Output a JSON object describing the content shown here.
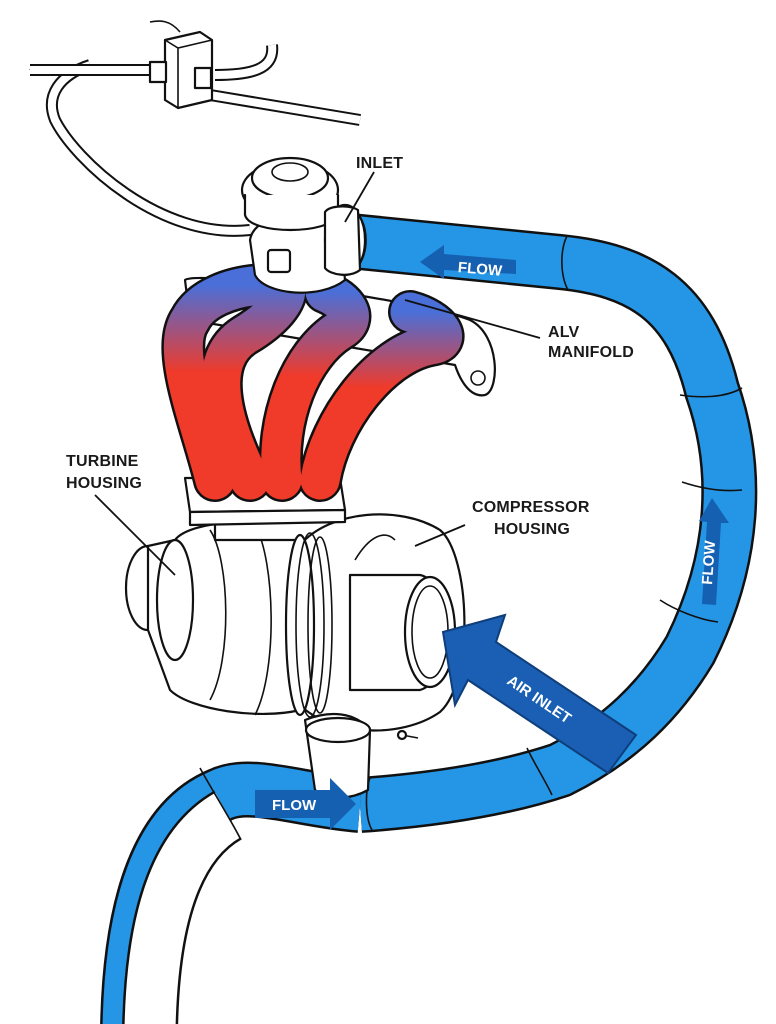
{
  "labels": {
    "inlet": "INLET",
    "alv_line1": "ALV",
    "alv_line2": "MANIFOLD",
    "turbine_line1": "TURBINE",
    "turbine_line2": "HOUSING",
    "compressor_line1": "COMPRESSOR",
    "compressor_line2": "HOUSING",
    "flow_top": "FLOW",
    "flow_right": "FLOW",
    "flow_bottom": "FLOW",
    "air_inlet": "AIR INLET"
  },
  "colors": {
    "pipe_blue": "#2596e6",
    "pipe_blue_dark": "#1560b0",
    "arrow_blue": "#1a5fb4",
    "manifold_red": "#f03a2a",
    "outline": "#111111"
  }
}
